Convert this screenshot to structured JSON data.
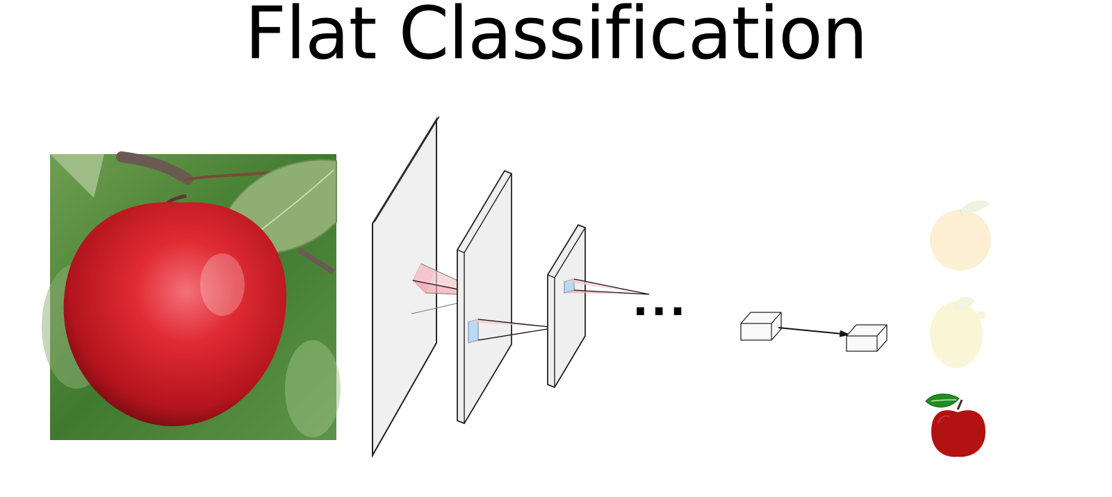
{
  "slide": {
    "title": "Flat Classification",
    "ellipsis": "..."
  },
  "input_image": {
    "subject": "red-apple-photo",
    "background_color": "#4f8a3a",
    "apple_color": "#d8232b",
    "leaf_color": "#8aa872"
  },
  "network": {
    "layer_count_shown": 3,
    "plane_fill": "#f2f2f2",
    "receptive_field_color": "#f4b6bc",
    "kernel_color": "#bcd9ef"
  },
  "classes": [
    {
      "name": "orange-icon",
      "state": "faded",
      "color": "#fbe9c2"
    },
    {
      "name": "lemon-icon",
      "state": "faded",
      "color": "#f7f3c6"
    },
    {
      "name": "apple-icon",
      "state": "active",
      "color": "#b31212"
    }
  ],
  "colors": {
    "stroke": "#222222",
    "active_class": "#b31212",
    "leaf": "#1f8f1f"
  }
}
